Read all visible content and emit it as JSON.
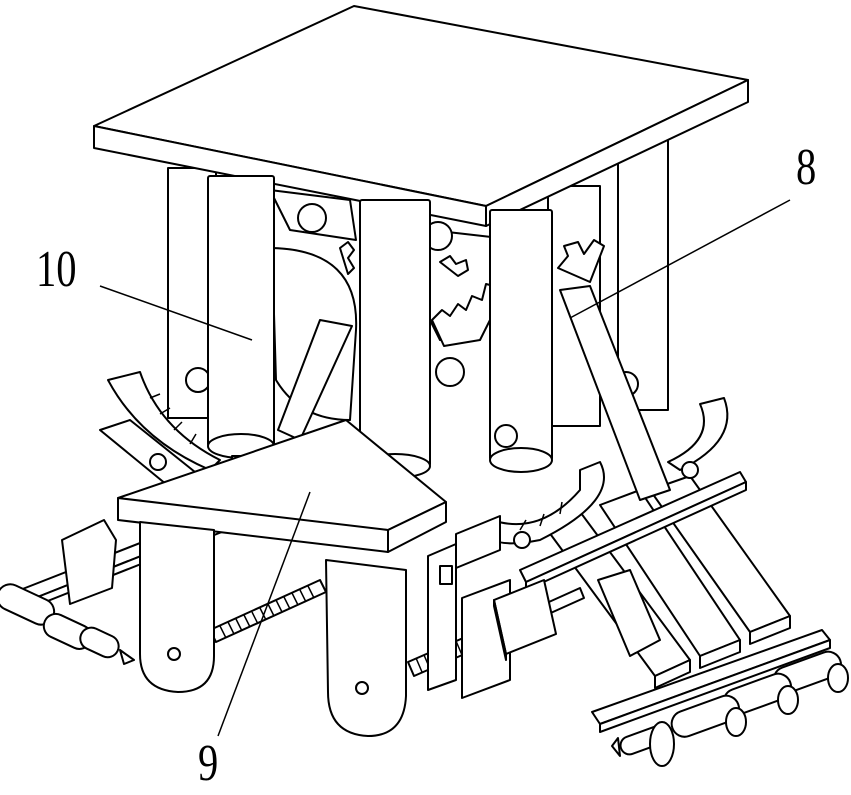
{
  "figure": {
    "labels": {
      "label_8": "8",
      "label_9": "9",
      "label_10": "10"
    },
    "line_color": "#000000",
    "background": "#ffffff"
  }
}
